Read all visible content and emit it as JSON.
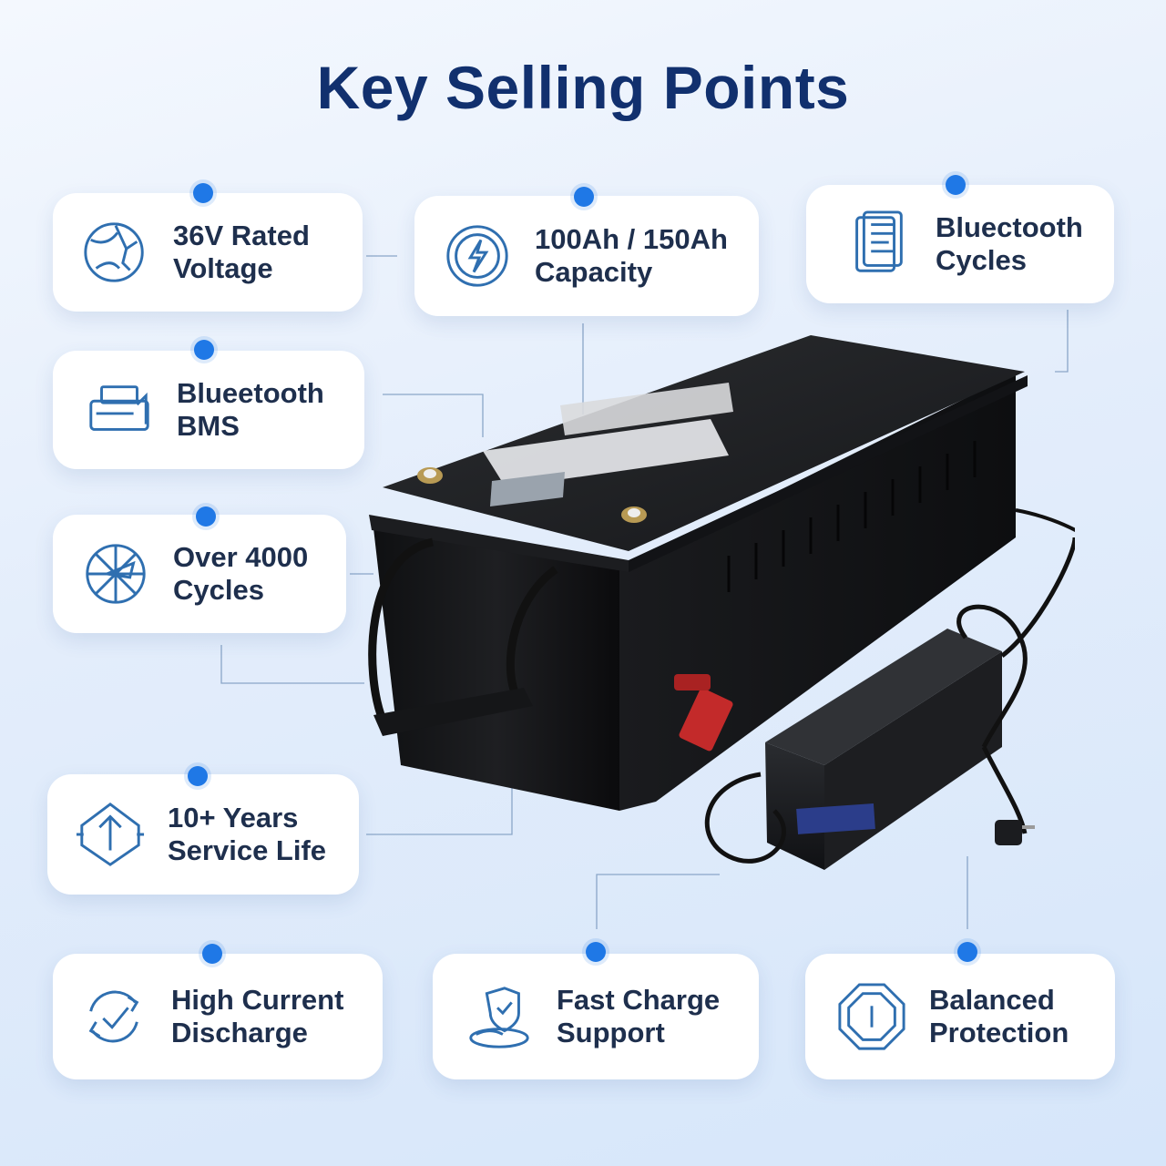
{
  "title": "Key Selling Points",
  "features": [
    {
      "id": "voltage",
      "label": "36V Rated\nVoltage",
      "icon": "globe-cracked-icon"
    },
    {
      "id": "capacity",
      "label": "100Ah / 150Ah\nCapacity",
      "icon": "lightning-circle-icon"
    },
    {
      "id": "bluetooth-cycles",
      "label": "Bluectooth\nCycles",
      "icon": "document-icon"
    },
    {
      "id": "bluetooth-bms",
      "label": "Blueetooth\nBMS",
      "icon": "printer-icon"
    },
    {
      "id": "cycles",
      "label": "Over 4000\nCycles",
      "icon": "globe-plane-icon"
    },
    {
      "id": "service-life",
      "label": "10+ Years\nService Life",
      "icon": "arrow-up-diamond-icon"
    },
    {
      "id": "discharge",
      "label": "High Current\nDischarge",
      "icon": "refresh-check-icon"
    },
    {
      "id": "fast-charge",
      "label": "Fast Charge\nSupport",
      "icon": "shield-check-hand-icon"
    },
    {
      "id": "protection",
      "label": "Balanced\nProtection",
      "icon": "octagon-shield-icon"
    }
  ],
  "colors": {
    "title": "#11306e",
    "accent": "#1f78e6",
    "icon": "#2f6fb0",
    "text": "#1e2f4d"
  }
}
